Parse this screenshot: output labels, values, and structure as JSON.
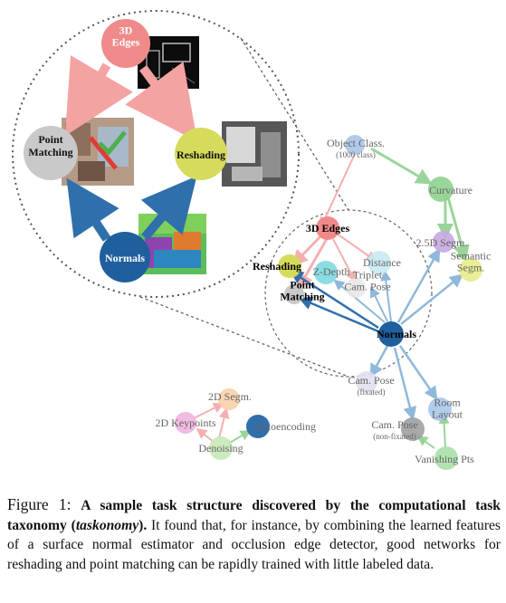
{
  "zoom": {
    "nodes": {
      "edges": "3D\nEdges",
      "point_matching": "Point\nMatching",
      "reshading": "Reshading",
      "normals": "Normals"
    }
  },
  "graph": {
    "nodes": {
      "object_class": "Object Class.",
      "object_class_sub": "(1000 class)",
      "curvature": "Curvature",
      "edges3d": "3D Edges",
      "segm25d": "2.5D Segm.",
      "reshading": "Reshading",
      "zdepth": "Z-Depth",
      "distance": "Distance",
      "semantic": "Semantic\nSegm.",
      "point_matching": "Point\nMatching",
      "triplet": "Triplet\nCam. Pose",
      "normals": "Normals",
      "cam_pose_fix": "Cam. Pose",
      "cam_pose_fix_sub": "(fixated)",
      "room_layout": "Room\nLayout",
      "cam_pose_nonfix": "Cam. Pose",
      "cam_pose_nonfix_sub": "(non-fixated)",
      "vanishing": "Vanishing Pts",
      "segm2d": "2D Segm.",
      "keypoints2d": "2D Keypoints",
      "autoencoding": "Autoencoding",
      "denoising": "Denoising"
    }
  },
  "colors": {
    "red": "#f08a8a",
    "blue": "#2f77b5",
    "green": "#8fd08f",
    "light_blue": "#8fb8da",
    "check": "#4caf50"
  },
  "caption": {
    "label": "Figure 1:",
    "bold1": "A sample task structure discovered by the computational task taxonomy (",
    "bold_italic": "taskonomy",
    "bold2": ").",
    "text": " It found that, for instance, by combining the learned features of a surface normal estimator and occlusion edge detector, good networks for reshading and point matching can be rapidly trained with little labeled data."
  }
}
